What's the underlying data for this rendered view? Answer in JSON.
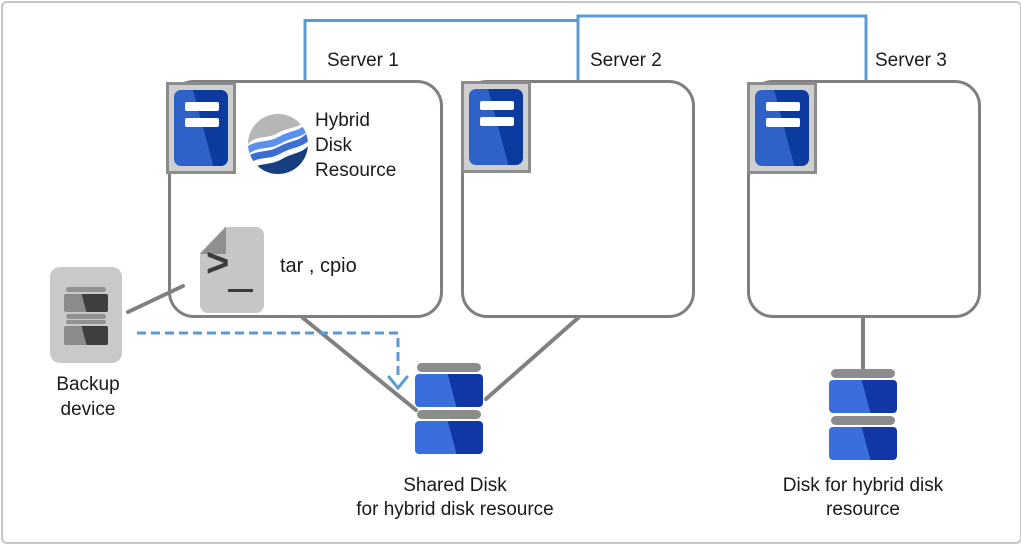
{
  "diagram": {
    "servers": [
      {
        "label": "Server 1"
      },
      {
        "label": "Server 2"
      },
      {
        "label": "Server 3"
      }
    ],
    "server1": {
      "hybrid_disk_resource_label": "Hybrid Disk Resource",
      "backup_tools_label": "tar , cpio"
    },
    "backup_device": {
      "label": "Backup device"
    },
    "shared_disk": {
      "label_line1": "Shared Disk",
      "label_line2": "for hybrid disk resource"
    },
    "hybrid_disk": {
      "label": "Disk for hybrid disk resource"
    },
    "icons": {
      "server": "server-icon",
      "hybrid_sphere": "hybrid-disk-resource-icon",
      "document": "shell-script-icon",
      "backup": "backup-device-icon",
      "disk": "disk-icon"
    },
    "colors": {
      "interconnect_blue": "#5B9BD5",
      "dashed_arrow_blue": "#5B9BD5",
      "box_border_gray": "#7F7F7F",
      "connector_gray": "#808080",
      "server_screen_blue_light": "#2E62C8",
      "server_screen_blue_dark": "#0D3A9E",
      "disk_blue_light": "#3A6EDC",
      "disk_blue_dark": "#1137A6",
      "disk_cap_gray": "#8C8C8C",
      "sphere_gray": "#B6B6B6",
      "sphere_blue_light": "#5B90EE",
      "sphere_blue_mid": "#3C6ED2",
      "sphere_navy": "#173F80"
    }
  }
}
